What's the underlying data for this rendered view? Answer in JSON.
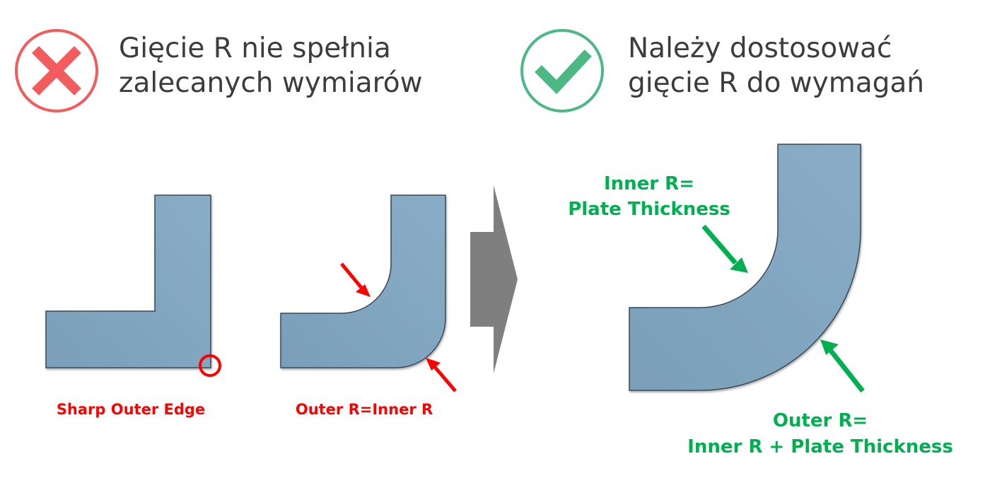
{
  "bad": {
    "title_line1": "Gięcie R nie spełnia",
    "title_line2": "zalecanych wymiarów",
    "icon": "cross-icon",
    "color": "#f25c5c",
    "label_sharp": "Sharp Outer Edge",
    "label_equal": "Outer R=Inner R"
  },
  "good": {
    "title_line1": "Należy dostosować",
    "title_line2": "gięcie R do wymagań",
    "icon": "check-icon",
    "color": "#4cb884",
    "label_inner_1": "Inner R=",
    "label_inner_2": "Plate Thickness",
    "label_outer_1": "Outer R=",
    "label_outer_2": "Inner R + Plate Thickness"
  },
  "colors": {
    "plate": "#7fa3bd",
    "red_label": "#ff0000",
    "green_label": "#00b050",
    "arrow_gray": "#7f7f7f"
  }
}
